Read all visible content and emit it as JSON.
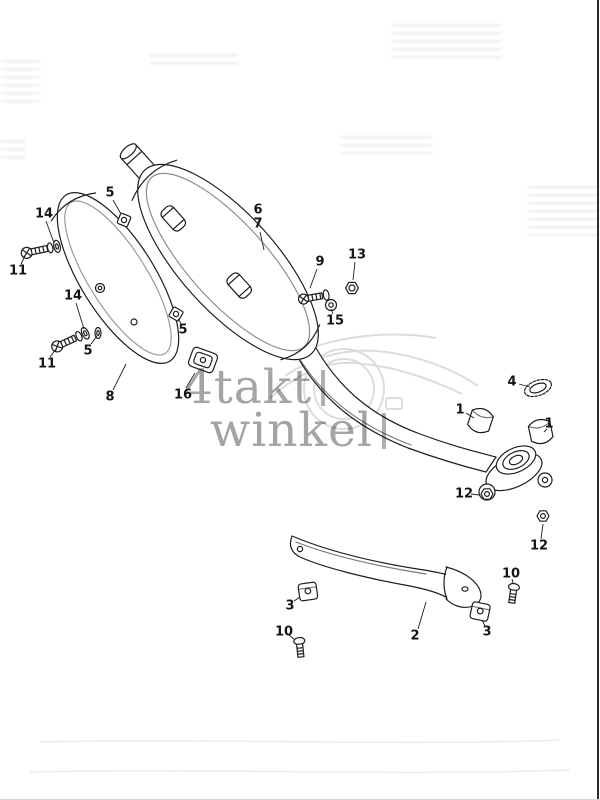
{
  "page": {
    "background": "#ffffff"
  },
  "colors": {
    "line": "#1e1e1e",
    "watermark_gray": "#949494"
  },
  "watermark": {
    "line1": "4takt",
    "line2": "winkel"
  },
  "diagram": {
    "title": "exhaust-muffler-exploded-parts-diagram",
    "callouts": [
      {
        "label": "5"
      },
      {
        "label": "14"
      },
      {
        "label": "11"
      },
      {
        "label": "14"
      },
      {
        "label": "5"
      },
      {
        "label": "11"
      },
      {
        "label": "5"
      },
      {
        "label": "8"
      },
      {
        "label": "16"
      },
      {
        "label": "6"
      },
      {
        "label": "7"
      },
      {
        "label": "9"
      },
      {
        "label": "13"
      },
      {
        "label": "15"
      },
      {
        "label": "4"
      },
      {
        "label": "1"
      },
      {
        "label": "1"
      },
      {
        "label": "12"
      },
      {
        "label": "12"
      },
      {
        "label": "10"
      },
      {
        "label": "3"
      },
      {
        "label": "2"
      },
      {
        "label": "3"
      },
      {
        "label": "10"
      }
    ]
  }
}
